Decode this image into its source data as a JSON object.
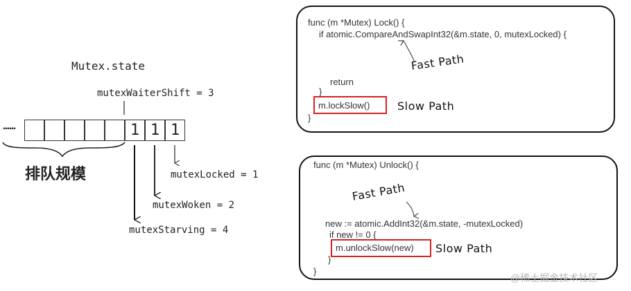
{
  "left": {
    "title": "Mutex.state",
    "ellipsis": "......",
    "bits": [
      "1",
      "1",
      "1"
    ],
    "waiter_shift_label": "mutexWaiterShift = 3",
    "queue_label": "排队规模",
    "locked_label": "mutexLocked = 1",
    "woken_label": "mutexWoken = 2",
    "starving_label": "mutexStarving = 4"
  },
  "lock_panel": {
    "line1": "func (m *Mutex) Lock() {",
    "line2": "if atomic.CompareAndSwapInt32(&m.state, 0, mutexLocked) {",
    "fast_path": "Fast Path",
    "line_return": "return",
    "line_close_inner": "}",
    "slow_call": "m.lockSlow()",
    "slow_path": "Slow Path",
    "line_close": "}"
  },
  "unlock_panel": {
    "line1": "func (m *Mutex) Unlock() {",
    "fast_path": "Fast Path",
    "line_new": "new := atomic.AddInt32(&m.state, -mutexLocked)",
    "line_if": "if new != 0 {",
    "slow_call": "m.unlockSlow(new)",
    "slow_path": "Slow Path",
    "line_close_inner": "}",
    "line_close": "}"
  },
  "watermark": "@稀土掘金技术社区"
}
